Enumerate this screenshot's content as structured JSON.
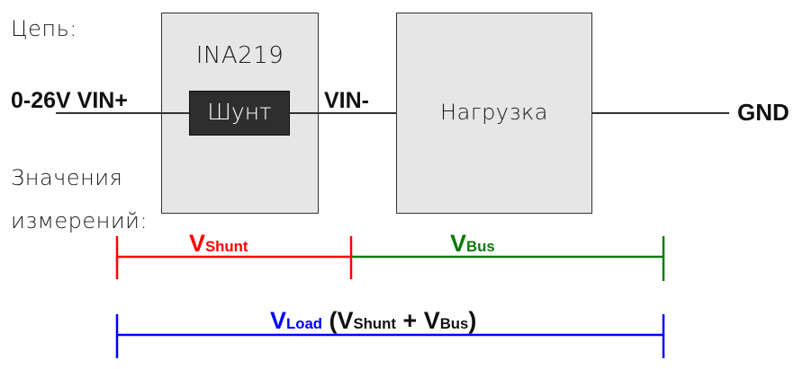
{
  "labels": {
    "circuit": "Цепь:",
    "measurements_line1": "Значения",
    "measurements_line2": "измерений:",
    "input": "0-26V  VIN+",
    "vin_minus": "VIN-",
    "gnd": "GND"
  },
  "blocks": {
    "chip": "INA219",
    "shunt": "Шунт",
    "load": "Нагрузка"
  },
  "measurements": {
    "shunt": {
      "main": "V",
      "sub": "Shunt",
      "color": "#ff0000"
    },
    "bus": {
      "main": "V",
      "sub": "Bus",
      "color": "#007a00"
    },
    "load": {
      "main": "V",
      "sub": "Load",
      "color": "#0000ff",
      "formula_open": "(V",
      "formula_sub1": "Shunt",
      "formula_plus": " + ",
      "formula_v2": "V",
      "formula_sub2": "Bus",
      "formula_close": ")"
    }
  }
}
